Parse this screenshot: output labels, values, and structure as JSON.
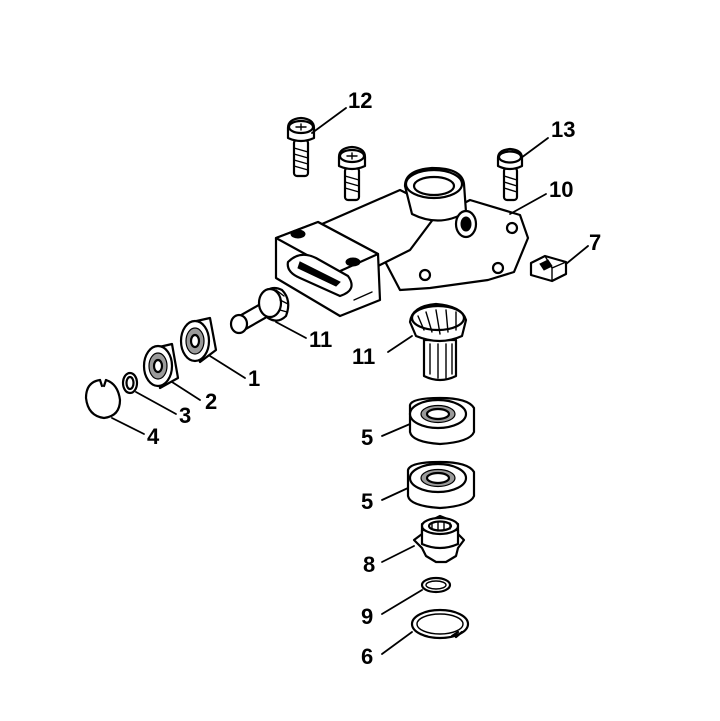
{
  "callouts": {
    "screw_top": "12",
    "screw_right": "13",
    "housing": "10",
    "plug": "7",
    "pinion_shaft": "11",
    "bevel_gear": "11",
    "bearing_1": "1",
    "bearing_2": "2",
    "small_ring": "3",
    "circlip": "4",
    "ball_bearing_a": "5",
    "ball_bearing_b": "5",
    "sprocket": "8",
    "washer": "9",
    "retaining_ring": "6"
  }
}
